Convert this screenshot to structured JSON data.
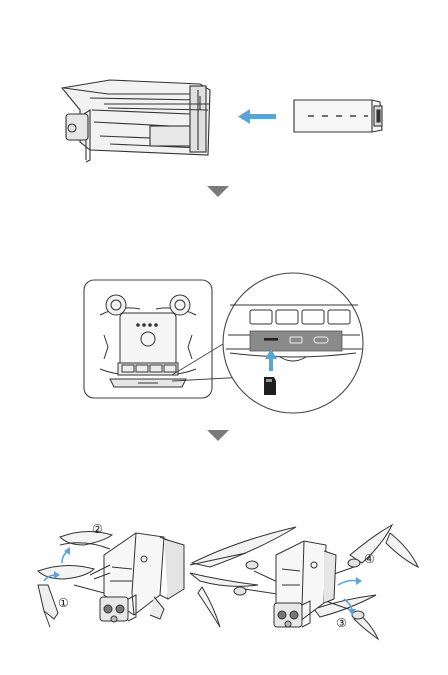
{
  "steps": [
    {
      "id": "insert-battery",
      "arrow_color": "#5aa5d6"
    },
    {
      "id": "insert-microsd-card",
      "arrow_color": "#5aa5d6"
    },
    {
      "id": "unfold-arms"
    }
  ],
  "divider_arrow_color": "#7a7a7a",
  "labels": {
    "n1": "①",
    "n2": "②",
    "n3": "③",
    "n4": "④"
  }
}
